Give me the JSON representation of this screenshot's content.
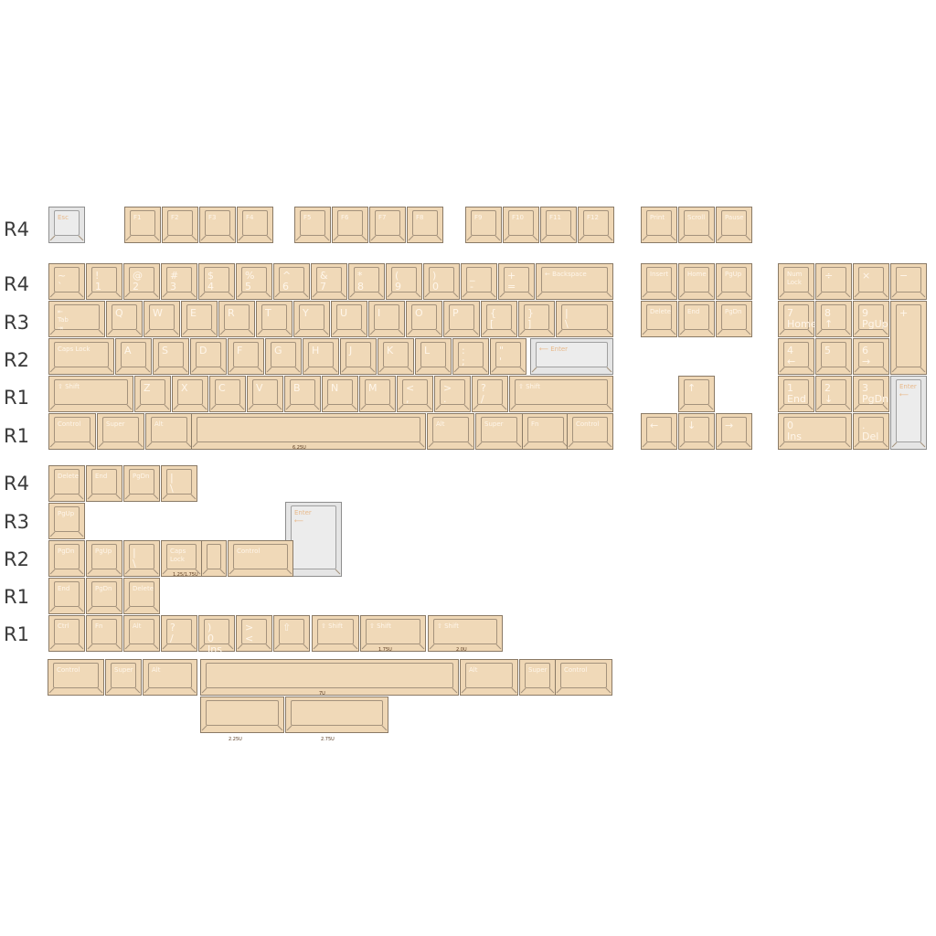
{
  "row_labels": [
    "R4",
    "R4",
    "R3",
    "R2",
    "R1",
    "R1",
    "R4",
    "R3",
    "R2",
    "R1",
    "R1"
  ],
  "colors": {
    "keycap": "#efd7b5",
    "accent_keycap": "#e5e5e5",
    "legend": "#fff6ea",
    "accent_legend": "#e8b98a"
  },
  "keys": [
    {
      "legend": "Esc",
      "alt": true
    },
    {
      "legend": "F1"
    },
    {
      "legend": "F2"
    },
    {
      "legend": "F3"
    },
    {
      "legend": "F4"
    },
    {
      "legend": "F5"
    },
    {
      "legend": "F6"
    },
    {
      "legend": "F7"
    },
    {
      "legend": "F8"
    },
    {
      "legend": "F9"
    },
    {
      "legend": "F10"
    },
    {
      "legend": "F11"
    },
    {
      "legend": "F12"
    },
    {
      "legend": "Print"
    },
    {
      "legend": "Scroll"
    },
    {
      "legend": "Pause"
    },
    {
      "legend": "~\n`",
      "big": true
    },
    {
      "legend": "!\n1",
      "big": true
    },
    {
      "legend": "@\n2",
      "big": true
    },
    {
      "legend": "#\n3",
      "big": true
    },
    {
      "legend": "$\n4",
      "big": true
    },
    {
      "legend": "%\n5",
      "big": true
    },
    {
      "legend": "^\n6",
      "big": true
    },
    {
      "legend": "&\n7",
      "big": true
    },
    {
      "legend": "*\n8",
      "big": true
    },
    {
      "legend": "(\n9",
      "big": true
    },
    {
      "legend": ")\n0",
      "big": true
    },
    {
      "legend": "_\n-",
      "big": true
    },
    {
      "legend": "+\n=",
      "big": true
    },
    {
      "legend": "← Backspace"
    },
    {
      "legend": "Insert"
    },
    {
      "legend": "Home"
    },
    {
      "legend": "PgUp"
    },
    {
      "legend": "Num\nLock"
    },
    {
      "legend": "÷",
      "big": true
    },
    {
      "legend": "×",
      "big": true
    },
    {
      "legend": "−",
      "big": true
    },
    {
      "legend": "⇤\nTab\n⇥"
    },
    {
      "legend": "Q",
      "big": true
    },
    {
      "legend": "W",
      "big": true
    },
    {
      "legend": "E",
      "big": true
    },
    {
      "legend": "R",
      "big": true
    },
    {
      "legend": "T",
      "big": true
    },
    {
      "legend": "Y",
      "big": true
    },
    {
      "legend": "U",
      "big": true
    },
    {
      "legend": "I",
      "big": true
    },
    {
      "legend": "O",
      "big": true
    },
    {
      "legend": "P",
      "big": true
    },
    {
      "legend": "{\n[",
      "big": true
    },
    {
      "legend": "}\n]",
      "big": true
    },
    {
      "legend": "|\n\\",
      "big": true
    },
    {
      "legend": "Delete"
    },
    {
      "legend": "End"
    },
    {
      "legend": "PgDn"
    },
    {
      "legend": "7\nHome",
      "big": true
    },
    {
      "legend": "8\n↑",
      "big": true
    },
    {
      "legend": "9\nPgUp",
      "big": true
    },
    {
      "legend": "+",
      "big": true
    },
    {
      "legend": "Caps Lock"
    },
    {
      "legend": "A",
      "big": true
    },
    {
      "legend": "S",
      "big": true
    },
    {
      "legend": "D",
      "big": true
    },
    {
      "legend": "F",
      "big": true
    },
    {
      "legend": "G",
      "big": true
    },
    {
      "legend": "H",
      "big": true
    },
    {
      "legend": "J",
      "big": true
    },
    {
      "legend": "K",
      "big": true
    },
    {
      "legend": "L",
      "big": true
    },
    {
      "legend": ":\n;",
      "big": true
    },
    {
      "legend": "\"\n'",
      "big": true
    },
    {
      "legend": "⟵ Enter",
      "alt": true
    },
    {
      "legend": "4\n←",
      "big": true
    },
    {
      "legend": "5",
      "big": true
    },
    {
      "legend": "6\n→",
      "big": true
    },
    {
      "legend": "⇧ Shift"
    },
    {
      "legend": "Z",
      "big": true
    },
    {
      "legend": "X",
      "big": true
    },
    {
      "legend": "C",
      "big": true
    },
    {
      "legend": "V",
      "big": true
    },
    {
      "legend": "B",
      "big": true
    },
    {
      "legend": "N",
      "big": true
    },
    {
      "legend": "M",
      "big": true
    },
    {
      "legend": "<\n,",
      "big": true
    },
    {
      "legend": ">\n.",
      "big": true
    },
    {
      "legend": "?\n/",
      "big": true
    },
    {
      "legend": "⇧ Shift"
    },
    {
      "legend": "↑",
      "big": true
    },
    {
      "legend": "1\nEnd",
      "big": true
    },
    {
      "legend": "2\n↓",
      "big": true
    },
    {
      "legend": "3\nPgDn",
      "big": true
    },
    {
      "legend": "Enter\n⟵",
      "alt": true
    },
    {
      "legend": "Control"
    },
    {
      "legend": "Super"
    },
    {
      "legend": "Alt"
    },
    {
      "legend": ""
    },
    {
      "legend": "Alt"
    },
    {
      "legend": "Super"
    },
    {
      "legend": "Fn"
    },
    {
      "legend": "Control"
    },
    {
      "legend": "←",
      "big": true
    },
    {
      "legend": "↓",
      "big": true
    },
    {
      "legend": "→",
      "big": true
    },
    {
      "legend": "0\nIns",
      "big": true
    },
    {
      "legend": ".\nDel",
      "big": true
    },
    {
      "legend": "Delete"
    },
    {
      "legend": "End"
    },
    {
      "legend": "PgDn"
    },
    {
      "legend": "|\n\\",
      "big": true
    },
    {
      "legend": "PgUp"
    },
    {
      "legend": "Enter\n⟵",
      "alt": true
    },
    {
      "legend": "PgDn"
    },
    {
      "legend": "PgUp"
    },
    {
      "legend": "|\n\\",
      "big": true
    },
    {
      "legend": "Caps\nLock"
    },
    {
      "legend": ""
    },
    {
      "legend": "Control"
    },
    {
      "legend": "End"
    },
    {
      "legend": "PgDn"
    },
    {
      "legend": "Delete"
    },
    {
      "legend": "Ctrl"
    },
    {
      "legend": "Fn"
    },
    {
      "legend": "Alt"
    },
    {
      "legend": "?\n/",
      "big": true
    },
    {
      "legend": ")\n0\nIns",
      "big": true
    },
    {
      "legend": ">\n<",
      "big": true
    },
    {
      "legend": "⇧",
      "big": true
    },
    {
      "legend": "⇧ Shift"
    },
    {
      "legend": "⇧ Shift"
    },
    {
      "legend": "⇧ Shift"
    },
    {
      "legend": "Control"
    },
    {
      "legend": "Super"
    },
    {
      "legend": "Alt"
    },
    {
      "legend": ""
    },
    {
      "legend": "Alt"
    },
    {
      "legend": "Super"
    },
    {
      "legend": "Control"
    },
    {
      "legend": ""
    },
    {
      "legend": ""
    }
  ],
  "size_notes": [
    "6.25U",
    "1.25/1.75U",
    "1.75U",
    "2.0U",
    "7U",
    "2.25U",
    "2.75U"
  ]
}
